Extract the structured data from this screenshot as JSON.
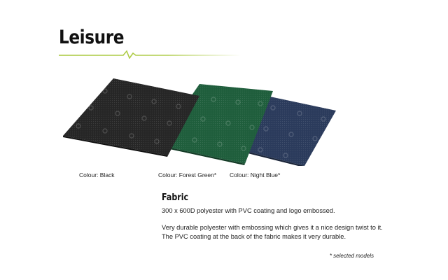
{
  "header": {
    "title": "Leisure"
  },
  "colors": {
    "accent": "#a8c83a",
    "black": "#262626",
    "forest_green": "#1f5e3c",
    "night_blue": "#2b3b5c"
  },
  "products": [
    {
      "caption": "Colour: Black"
    },
    {
      "caption": "Colour: Forest Green*"
    },
    {
      "caption": "Colour: Night Blue*"
    }
  ],
  "fabric": {
    "title": "Fabric",
    "line1": "300 x 600D polyester with PVC coating and logo embossed.",
    "line2": "Very durable polyester with embossing which gives it a nice design twist to it. The PVC coating at the back of the fabric makes it very durable."
  },
  "footnote": "* selected models"
}
